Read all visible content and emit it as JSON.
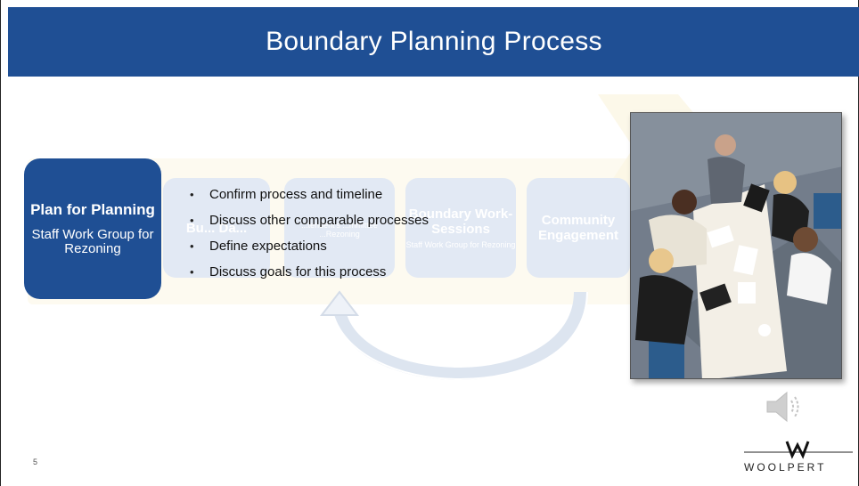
{
  "slide": {
    "title": "Boundary Planning Process",
    "page_number": "5"
  },
  "steps": [
    {
      "title": "Plan for Planning",
      "subtitle": "Staff Work Group for Rezoning",
      "state": "active"
    },
    {
      "title": "Bu... Da...",
      "subtitle": "",
      "state": "faded"
    },
    {
      "title": "",
      "subtitle": "...tendent's ...mmittee ...Rezoning",
      "state": "faded"
    },
    {
      "title": "Boundary Work-Sessions",
      "subtitle": "Staff Work Group for Rezoning",
      "state": "faded"
    },
    {
      "title": "Community Engagement",
      "subtitle": "",
      "state": "faded"
    }
  ],
  "bullets": [
    "Confirm process and timeline",
    "Discuss other comparable processes",
    "Define expectations",
    "Discuss goals for this process"
  ],
  "bullet_glyph": "•",
  "logo": {
    "wordmark": "WOOLPERT"
  },
  "colors": {
    "brand_blue": "#1f4f94",
    "faded_step": "#e2e9f4",
    "band": "#fdfaf0"
  },
  "icons": {
    "audio": "speaker-icon",
    "photo": "meeting-photo"
  }
}
